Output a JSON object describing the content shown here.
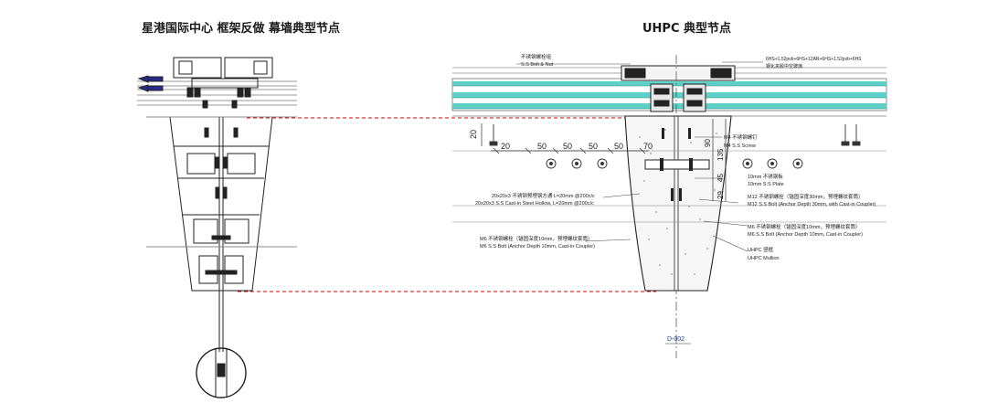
{
  "titles": {
    "left": "星港国际中心 框架反做 幕墙典型节点",
    "right": "UHPC 典型节点"
  },
  "top_labels": {
    "bolt_cn": "不锈钢螺栓组",
    "bolt_en": "S.S Bolt & Nut",
    "glass_spec_1": "6HS+1.52pvb+6HS+12AR+6HS+1.52pvb+6HS",
    "glass_spec_2": "钢化夹胶中空玻璃"
  },
  "dimensions": {
    "left_vertical": "20",
    "horizontal": [
      "20",
      "50",
      "50",
      "50",
      "50",
      "70"
    ],
    "right_vertical": [
      "90",
      "135",
      "45",
      "29"
    ]
  },
  "callouts": {
    "m4_cn": "M4 不锈钢螺钉",
    "m4_en": "M4 S.S Screw",
    "plate_cn": "10mm 不锈钢板",
    "plate_en": "10mm S.S Plate",
    "hollow_cn": "20x20x3 不锈钢预埋钢方通 L=20mm @200c/c",
    "hollow_en": "20x20x3 S.S Cast-in Steel Hollow, L=20mm @200c/c",
    "m12_cn": "M12 不锈钢螺栓（锚固深度30mm，预埋螺纹套筒）",
    "m12_en": "M12 S.S Bolt (Anchor Depth 30mm, with Cast-in Coupler)",
    "m6r_cn": "M6 不锈钢螺栓（锚固深度10mm，预埋螺纹套筒）",
    "m6r_en": "M6 S.S Bolt (Anchor Depth 10mm, Cast-in Coupler)",
    "m6l_cn": "M6 不锈钢螺栓（锚固深度10mm，预埋螺纹套筒）",
    "m6l_en": "M6 S.S Bolt (Anchor Depth 10mm, Cast-in Coupler)",
    "uhpc_cn": "UHPC 竖框",
    "uhpc_en": "UHPC Mullion"
  },
  "section_mark": "D-002",
  "colors": {
    "glass": "#5fd0c8",
    "glass_edge": "#1c8f87",
    "guide_line": "#d40000",
    "ink": "#222222",
    "bolt_blue": "#2a2a8a"
  }
}
